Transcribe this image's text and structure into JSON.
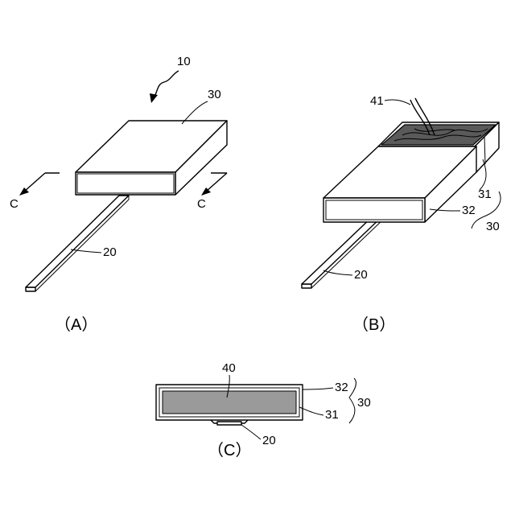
{
  "figure_a": {
    "caption": "（A）",
    "labels": {
      "device": "10",
      "tab": "20",
      "package": "30",
      "section_left": "C",
      "section_right": "C"
    }
  },
  "figure_b": {
    "caption": "（B）",
    "labels": {
      "wire": "41",
      "tab": "20",
      "inner_layer": "31",
      "outer_layer": "32",
      "package": "30"
    }
  },
  "figure_c": {
    "caption": "（C）",
    "labels": {
      "core": "40",
      "outer_layer": "32",
      "inner_layer": "31",
      "package": "30",
      "tab": "20"
    }
  },
  "colors": {
    "core_fill": "#9a9a9a",
    "dark_fill": "#5a5a5a",
    "line": "#000000",
    "background": "#ffffff"
  }
}
